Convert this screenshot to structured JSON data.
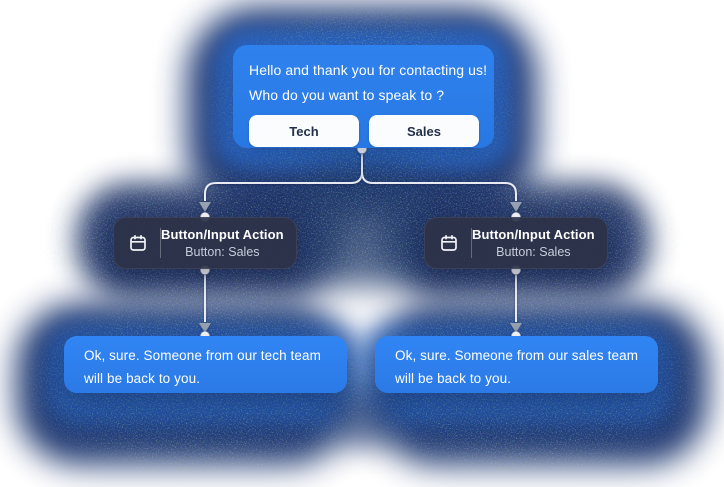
{
  "diagram": {
    "root_node": {
      "type": "bot-message",
      "lines": [
        "Hello and thank you for contacting us!",
        "Who do you want to speak to ?"
      ],
      "buttons": [
        {
          "label": "Tech"
        },
        {
          "label": "Sales"
        }
      ]
    },
    "action_nodes": [
      {
        "title": "Button/Input Action",
        "subtitle": "Button: Sales",
        "icon": "button-input-action-icon"
      },
      {
        "title": "Button/Input Action",
        "subtitle": "Button: Sales",
        "icon": "button-input-action-icon"
      }
    ],
    "reply_nodes": [
      {
        "message": "Ok, sure. Someone from our tech team will be back to you."
      },
      {
        "message": "Ok, sure. Someone from our sales team will be back to you."
      }
    ],
    "colors": {
      "message_node_blue": "#2b7de9",
      "reply_node_blue": "#2e80f0",
      "action_node_slate": "#2c3247",
      "connector_line": "#e9edf3",
      "arrowhead_gray": "#97a2b3",
      "halo_navy": "#16316e"
    }
  }
}
